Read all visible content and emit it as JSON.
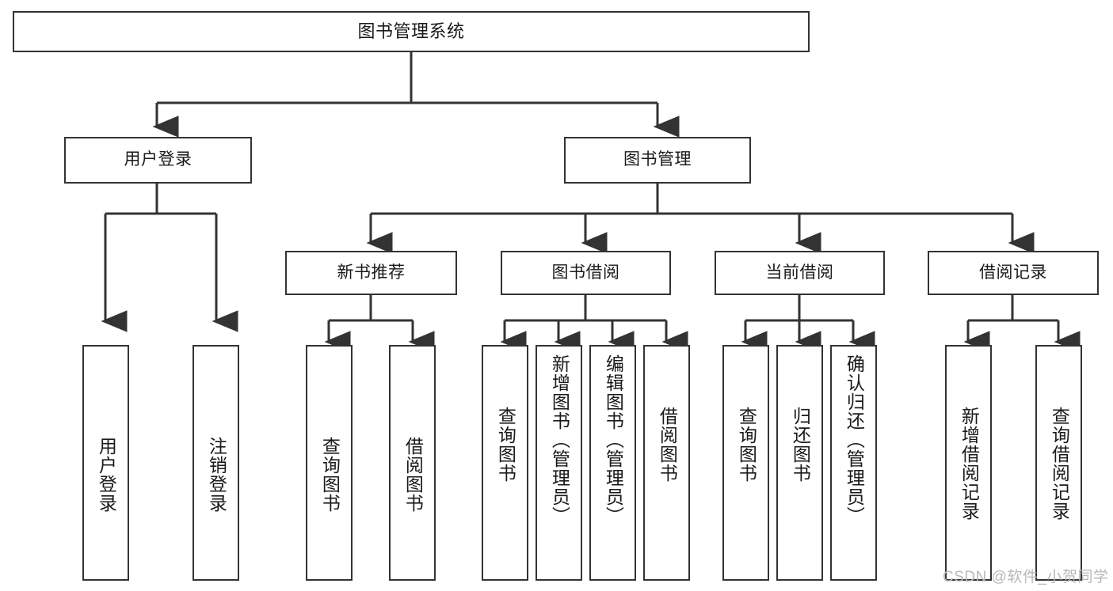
{
  "diagram": {
    "title": "图书管理系统",
    "type": "tree",
    "stroke_color": "#333333",
    "fill_color": "#ffffff",
    "background": "#ffffff",
    "root": {
      "id": "root",
      "label": "图书管理系统"
    },
    "level1": [
      {
        "id": "user-login",
        "label": "用户登录"
      },
      {
        "id": "book-manage",
        "label": "图书管理"
      }
    ],
    "level2": [
      {
        "id": "new-book-recommend",
        "label": "新书推荐"
      },
      {
        "id": "book-borrow",
        "label": "图书借阅"
      },
      {
        "id": "current-borrow",
        "label": "当前借阅"
      },
      {
        "id": "borrow-record",
        "label": "借阅记录"
      }
    ],
    "leaves": {
      "user_login": [
        {
          "id": "leaf-user-login",
          "label": "用户登录"
        },
        {
          "id": "leaf-logout-login",
          "label": "注销登录"
        }
      ],
      "new_book_recommend": [
        {
          "id": "leaf-query-book-1",
          "label": "查询图书"
        },
        {
          "id": "leaf-borrow-book-1",
          "label": "借阅图书"
        }
      ],
      "book_borrow": [
        {
          "id": "leaf-query-book-2",
          "label": "查询图书"
        },
        {
          "id": "leaf-add-book",
          "label": "新增图书（管理员）"
        },
        {
          "id": "leaf-edit-book",
          "label": "编辑图书（管理员）"
        },
        {
          "id": "leaf-borrow-book-2",
          "label": "借阅图书"
        }
      ],
      "current_borrow": [
        {
          "id": "leaf-query-book-3",
          "label": "查询图书"
        },
        {
          "id": "leaf-return-book",
          "label": "归还图书"
        },
        {
          "id": "leaf-confirm-return",
          "label": "确认归还（管理员）"
        }
      ],
      "borrow_record": [
        {
          "id": "leaf-add-borrow-record",
          "label": "新增借阅记录"
        },
        {
          "id": "leaf-query-borrow-record",
          "label": "查询借阅记录"
        }
      ]
    }
  },
  "watermark": {
    "text": "CSDN @软件_小贺同学"
  }
}
